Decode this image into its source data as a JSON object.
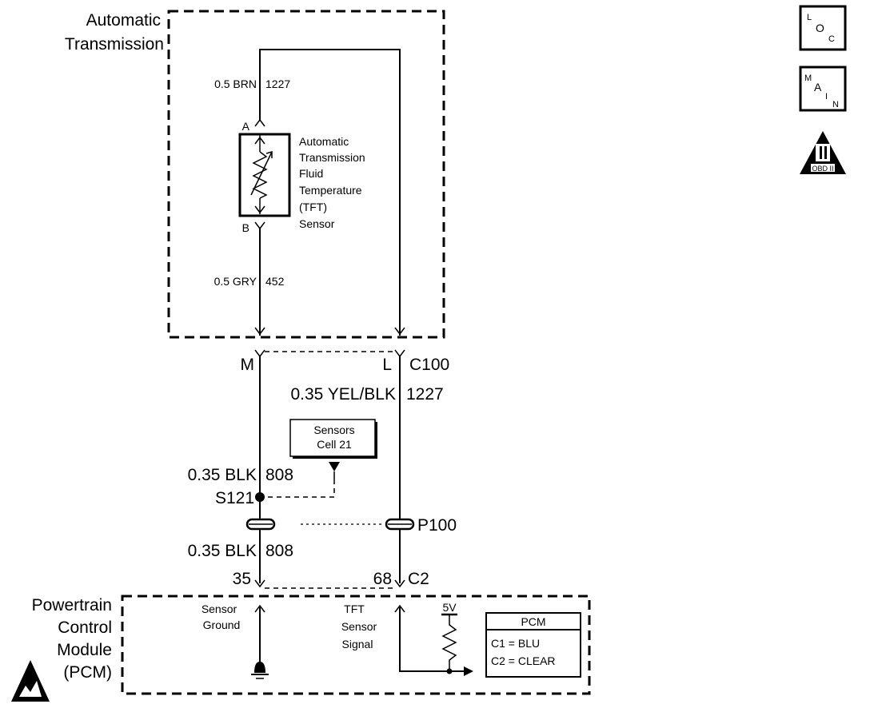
{
  "transmission": {
    "title_line1": "Automatic",
    "title_line2": "Transmission"
  },
  "tft_sensor": {
    "label_lines": [
      "Automatic",
      "Transmission",
      "Fluid",
      "Temperature",
      "(TFT)",
      "Sensor"
    ],
    "terminal_a": "A",
    "terminal_b": "B"
  },
  "wires": {
    "top_brn": "0.5 BRN",
    "top_brn_circuit": "1227",
    "gry": "0.5 GRY",
    "gry_circuit": "452",
    "yel_blk": "0.35 YEL/BLK",
    "yel_blk_circuit": "1227",
    "blk_upper": "0.35 BLK",
    "blk_upper_circuit": "808",
    "blk_lower": "0.35 BLK",
    "blk_lower_circuit": "808"
  },
  "connectors": {
    "c100_pin_m": "M",
    "c100_pin_l": "L",
    "c100": "C100",
    "c2_pin_35": "35",
    "c2_pin_68": "68",
    "c2": "C2",
    "splice": "S121",
    "pass_through": "P100"
  },
  "cell_ref": {
    "line1": "Sensors",
    "line2": "Cell 21"
  },
  "pcm": {
    "title_lines": [
      "Powertrain",
      "Control",
      "Module",
      "(PCM)"
    ],
    "sensor_ground_lines": [
      "Sensor",
      "Ground"
    ],
    "tft_signal_lines": [
      "TFT",
      "Sensor",
      "Signal"
    ],
    "voltage": "5V",
    "legend_title": "PCM",
    "legend_c1": "C1  =  BLU",
    "legend_c2": "C2  =  CLEAR"
  },
  "icons": {
    "loc_letters": [
      "L",
      "O",
      "C"
    ],
    "main_letters": [
      "M",
      "A",
      "I",
      "N"
    ],
    "obd_label": "OBD II"
  }
}
